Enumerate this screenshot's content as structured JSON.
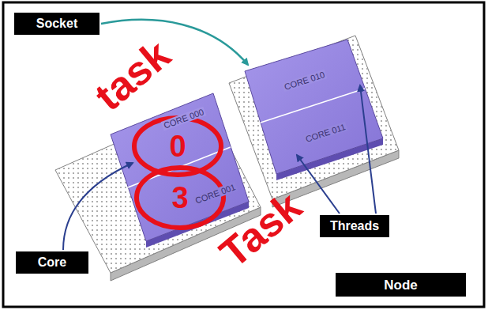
{
  "diagram": {
    "nodes": [
      {
        "text": [
          "Socket"
        ]
      },
      {
        "text": [
          "0"
        ]
      },
      {
        "text": [
          "3"
        ]
      },
      {
        "text": [
          "Threads"
        ]
      },
      {
        "text": [
          "Core"
        ]
      },
      {
        "text": [
          "Node"
        ]
      }
    ],
    "labels": [
      "task",
      "CORE 010",
      "CORE 011",
      "CORE 000",
      "CORE 001",
      "Task"
    ]
  }
}
